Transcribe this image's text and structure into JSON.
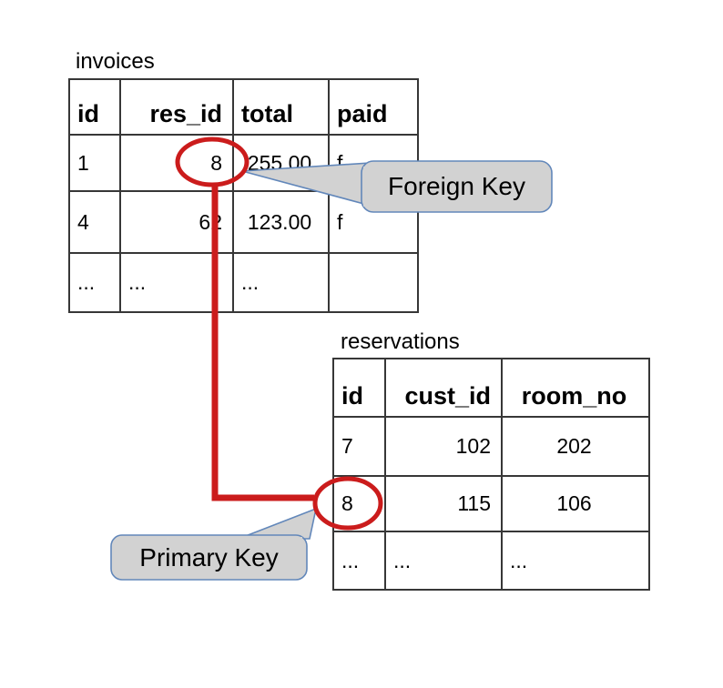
{
  "page": {
    "background": "#ffffff"
  },
  "colors": {
    "highlight_red": "#cb1c1c",
    "callout_fill": "#d2d2d2",
    "callout_border": "#6287ba",
    "table_border": "#373737",
    "text": "#000000"
  },
  "tables": {
    "invoices": {
      "title": "invoices",
      "columns": [
        {
          "label": "id",
          "header_align": "left",
          "body_align": "left"
        },
        {
          "label": "res_id",
          "header_align": "right",
          "body_align": "right"
        },
        {
          "label": "total",
          "header_align": "left",
          "body_align": "center"
        },
        {
          "label": "paid",
          "header_align": "left",
          "body_align": "left"
        }
      ],
      "rows": [
        [
          "1",
          "8",
          "255.00",
          "f"
        ],
        [
          "4",
          "62",
          "123.00",
          "f"
        ],
        [
          "...",
          "...",
          "...",
          ""
        ]
      ]
    },
    "reservations": {
      "title": "reservations",
      "columns": [
        {
          "label": "id",
          "header_align": "left",
          "body_align": "left"
        },
        {
          "label": "cust_id",
          "header_align": "right",
          "body_align": "right"
        },
        {
          "label": "room_no",
          "header_align": "center",
          "body_align": "center"
        }
      ],
      "rows": [
        [
          "7",
          "102",
          "202"
        ],
        [
          "8",
          "115",
          "106"
        ],
        [
          "...",
          "...",
          "..."
        ]
      ]
    }
  },
  "callouts": {
    "foreign_key": {
      "label": "Foreign Key"
    },
    "primary_key": {
      "label": "Primary Key"
    }
  },
  "annotations": {
    "circled_foreign_key_value": "8",
    "circled_primary_key_value": "8"
  }
}
